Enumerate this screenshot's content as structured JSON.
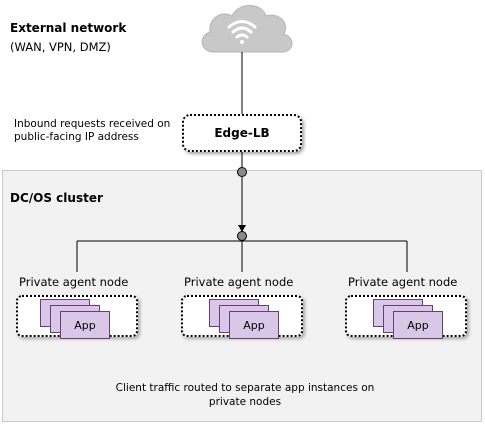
{
  "external": {
    "title": "External network",
    "subtitle": "(WAN, VPN, DMZ)"
  },
  "edge": {
    "note": "Inbound requests received on public-facing IP address",
    "label": "Edge-LB"
  },
  "cluster": {
    "title": "DC/OS cluster",
    "nodes": [
      {
        "label": "Private agent node",
        "app_label": "App"
      },
      {
        "label": "Private agent node",
        "app_label": "App"
      },
      {
        "label": "Private agent node",
        "app_label": "App"
      }
    ],
    "note": "Client traffic routed to separate app instances on private nodes"
  },
  "colors": {
    "cloud": "#c8c8c8",
    "app_fill": "#d9c7e8",
    "app_border": "#6a3d7a",
    "connector": "#888888",
    "cluster_bg": "#f2f2f2"
  },
  "icons": [
    "cloud-wifi-icon",
    "connector-dot-icon",
    "arrow-down-icon"
  ]
}
